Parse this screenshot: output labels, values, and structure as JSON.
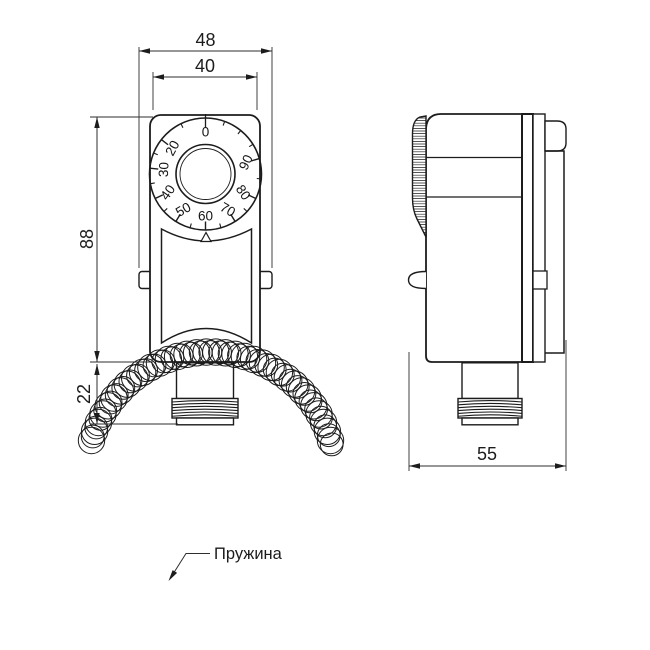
{
  "drawing_type": "thermostat-technical-drawing",
  "dimensions": {
    "outer_width": "48",
    "body_width": "40",
    "body_height": "88",
    "stem_length": "22",
    "depth": "55"
  },
  "dial": {
    "pointer_position": "60",
    "labels": [
      {
        "text": "0",
        "angle": 0,
        "rot": 0
      },
      {
        "text": "20",
        "angle": 52,
        "rot": -62
      },
      {
        "text": "30",
        "angle": 84,
        "rot": -88
      },
      {
        "text": "40",
        "angle": 116,
        "rot": -55
      },
      {
        "text": "50",
        "angle": 148,
        "rot": -30
      },
      {
        "text": "60",
        "angle": 180,
        "rot": 0
      },
      {
        "text": "70",
        "angle": 212,
        "rot": 30
      },
      {
        "text": "80",
        "angle": 244,
        "rot": 55
      },
      {
        "text": "90",
        "angle": 286,
        "rot": -65
      }
    ],
    "minor_tick_angles": [
      26,
      68,
      100,
      132,
      164,
      196,
      228,
      265,
      302,
      321,
      340
    ]
  },
  "annotations": {
    "spring_label": "Пружина"
  },
  "colors": {
    "line": "#1c1c1c",
    "dimension_line": "#2e2e2e",
    "background": "#ffffff"
  }
}
